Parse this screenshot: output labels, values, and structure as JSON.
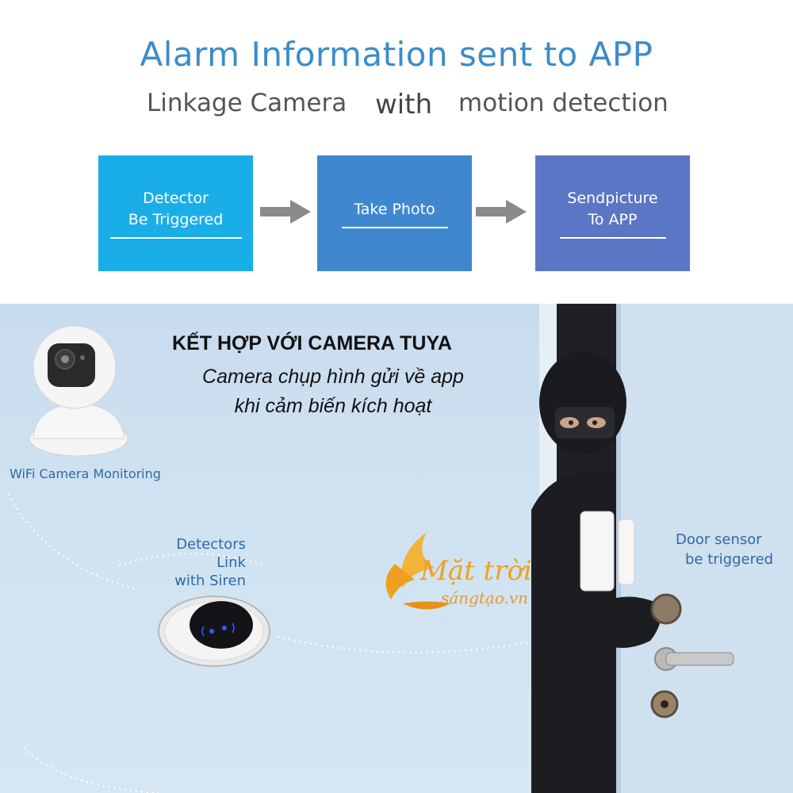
{
  "header": {
    "title": "Alarm Information sent to APP",
    "subtitle_part1": "Linkage Camera",
    "subtitle_part2": "with",
    "subtitle_part3": "motion detection"
  },
  "flow": {
    "steps": [
      {
        "line1": "Detector",
        "line2": "Be Triggered",
        "color": "#1aaee8"
      },
      {
        "line1": "Take Photo",
        "line2": "",
        "color": "#3f88d0"
      },
      {
        "line1": "Sendpicture",
        "line2": "To APP",
        "color": "#5a76c4"
      }
    ],
    "arrow_icon": "right-arrow-icon"
  },
  "scene": {
    "camera_label": "WiFi Camera Monitoring",
    "heading_vn": "KẾT HỢP VỚI CAMERA TUYA",
    "line_vn1": "Camera chụp hình gửi về app",
    "line_vn2": "khi cảm biến kích hoạt",
    "siren_label_line1": "Detectors Link",
    "siren_label_line2": "with Siren",
    "door_label_line1": "Door sensor",
    "door_label_line2": "be triggered",
    "logo_line1": "Mặt trời",
    "logo_line2": "sángtạo.vn"
  },
  "colors": {
    "title_blue": "#3a8ccc",
    "label_blue": "#2e6aa8",
    "logo_orange": "#f0a020"
  }
}
